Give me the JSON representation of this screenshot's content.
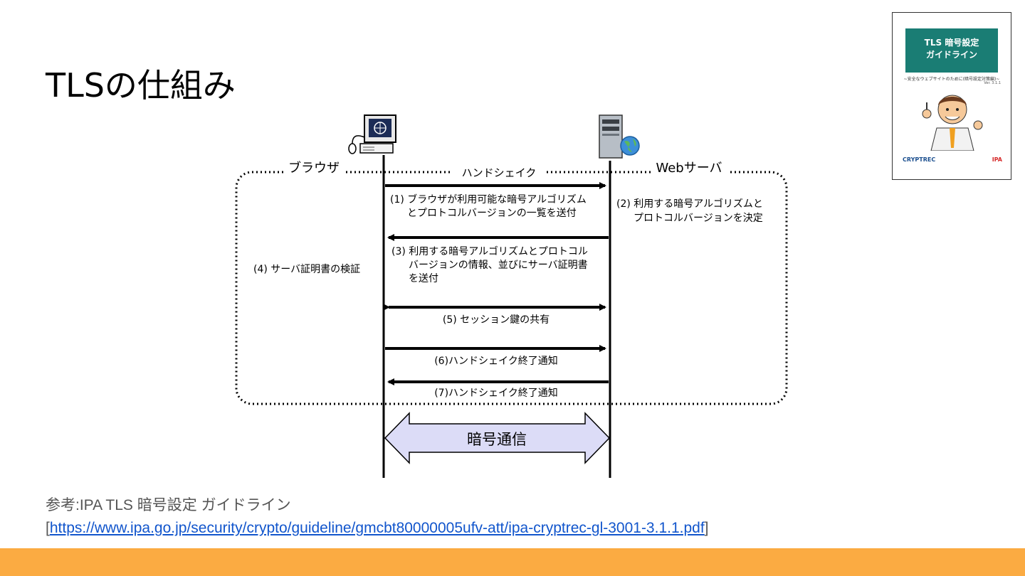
{
  "slide": {
    "title": "TLSの仕組み",
    "reference_label": "参考:IPA TLS 暗号設定 ガイドライン",
    "reference_url": "https://www.ipa.go.jp/security/crypto/guideline/gmcbt80000005ufv-att/ipa-cryptrec-gl-3001-3.1.1.pdf",
    "bracket_open": "[",
    "bracket_close": "]"
  },
  "diagram": {
    "browser_label": "ブラウザ",
    "server_label": "Webサーバ",
    "handshake_label": "ハンドシェイク",
    "steps": {
      "s1_line1": "(1) ブラウザが利用可能な暗号アルゴリズム",
      "s1_line2": "とプロトコルバージョンの一覧を送付",
      "s2_line1": "(2) 利用する暗号アルゴリズムと",
      "s2_line2": "プロトコルバージョンを決定",
      "s3_line1": "(3) 利用する暗号アルゴリズムとプロトコル",
      "s3_line2": "バージョンの情報、並びにサーバ証明書",
      "s3_line3": "を送付",
      "s4": "(4) サーバ証明書の検証",
      "s5": "(5) セッション鍵の共有",
      "s6": "(6)ハンドシェイク終了通知",
      "s7": "(7)ハンドシェイク終了通知"
    },
    "encrypted_label": "暗号通信",
    "colors": {
      "arrow_fill": "#dcdcf7",
      "footer_bar": "#fbab42",
      "cover_band": "#1a7d74"
    }
  },
  "cover": {
    "title_line1": "TLS 暗号設定",
    "title_line2": "ガイドライン",
    "subtitle": "~安全なウェブサイトのために(暗号設定対策編)~",
    "version": "Ver. 3.1.1",
    "logo_left": "CRYPTREC",
    "logo_right": "IPA"
  }
}
